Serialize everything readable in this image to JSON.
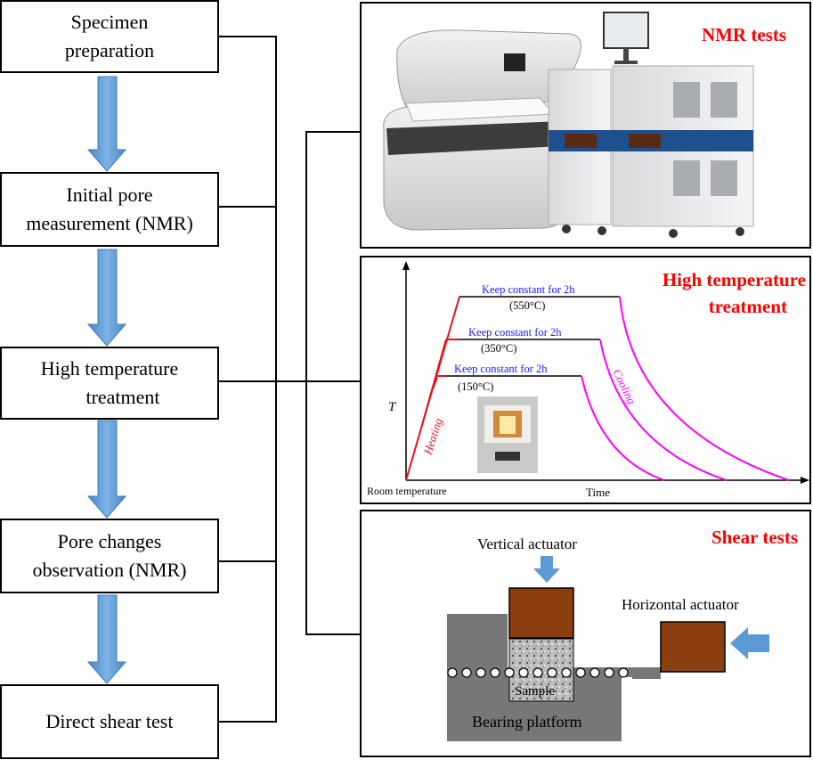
{
  "steps": [
    {
      "line1": "Specimen",
      "line2": "preparation"
    },
    {
      "line1": "Initial pore",
      "line2": "measurement (NMR)"
    },
    {
      "line1": "High temperature",
      "line2": "treatment"
    },
    {
      "line1": "Pore changes",
      "line2": "observation  (NMR)"
    },
    {
      "line1": "Direct shear test",
      "line2": ""
    }
  ],
  "panels": {
    "nmr": {
      "title": "NMR tests"
    },
    "heat": {
      "title_line1": "High temperature",
      "title_line2": "treatment",
      "axis_y": "T",
      "axis_x": "Time",
      "origin_label": "Room temperature",
      "heating_label": "Heating",
      "cooling_label": "Cooling",
      "plateaus": [
        {
          "label": "Keep constant for 2h",
          "temp": "(550°C)"
        },
        {
          "label": "Keep constant for 2h",
          "temp": "(350°C)"
        },
        {
          "label": "Keep constant for 2h",
          "temp": "(150°C)"
        }
      ]
    },
    "shear": {
      "title": "Shear tests",
      "vertical_actuator": "Vertical actuator",
      "horizontal_actuator": "Horizontal actuator",
      "sample": "Sample",
      "bearing_platform": "Bearing platform"
    }
  },
  "colors": {
    "flow_arrow": "#5b9bd5",
    "title_red": "#ff0000",
    "heating_red": "#e8101a",
    "cooling_magenta": "#ff00ff",
    "plateau_text_blue": "#1a1aff",
    "actuator_brown": "#8b3e10",
    "platform_gray": "#777777"
  }
}
